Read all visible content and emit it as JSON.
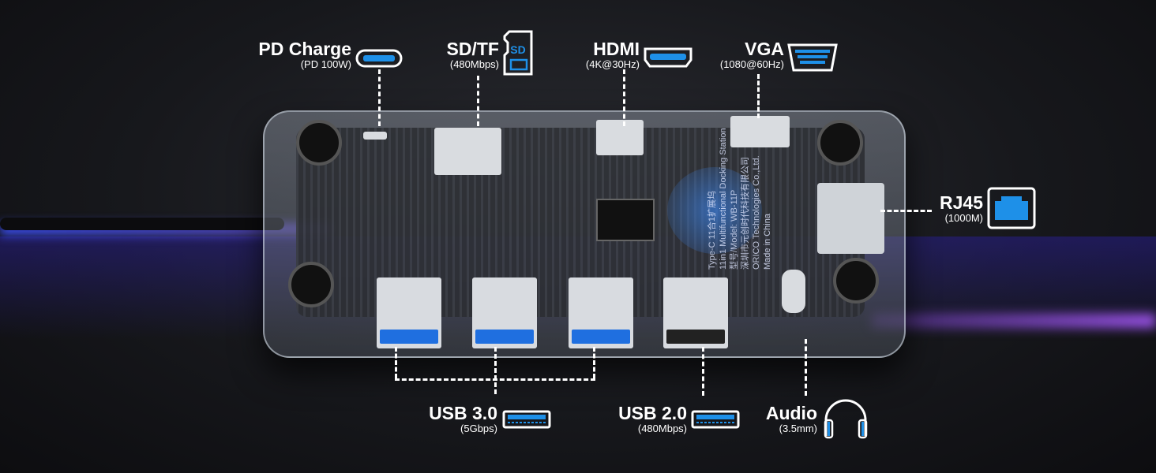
{
  "accent_color": "#1e90e8",
  "ports": {
    "pd": {
      "title": "PD Charge",
      "sub": "(PD 100W)",
      "icon": "usb-c-icon"
    },
    "sd": {
      "title": "SD/TF",
      "sub": "(480Mbps)",
      "icon": "sd-card-icon",
      "icon_text": "SD"
    },
    "hdmi": {
      "title": "HDMI",
      "sub": "(4K@30Hz)",
      "icon": "hdmi-icon"
    },
    "vga": {
      "title": "VGA",
      "sub": "(1080@60Hz)",
      "icon": "vga-icon"
    },
    "rj45": {
      "title": "RJ45",
      "sub": "(1000M)",
      "icon": "ethernet-icon"
    },
    "usb3": {
      "title": "USB 3.0",
      "sub": "(5Gbps)",
      "icon": "usb-a-icon"
    },
    "usb2": {
      "title": "USB 2.0",
      "sub": "(480Mbps)",
      "icon": "usb-a-icon"
    },
    "audio": {
      "title": "Audio",
      "sub": "(3.5mm)",
      "icon": "headphones-icon"
    }
  },
  "device_print": [
    "Type-C 11合1扩展坞",
    "11in1 Multifunctional Docking Station",
    "型号/Model: WB-11P",
    "深圳市元创时代科技有限公司",
    "ORICO Technologies Co.,Ltd.",
    "Made in China"
  ]
}
